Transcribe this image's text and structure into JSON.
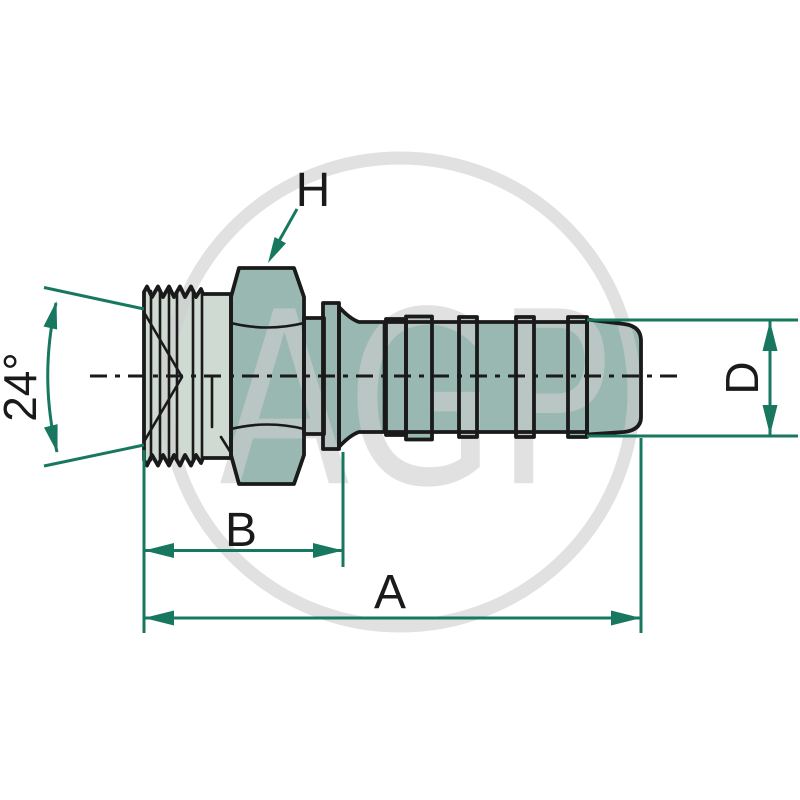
{
  "diagram": {
    "type": "technical-drawing",
    "subject": "Hydraulic hose fitting: male stud with 24-degree cone, hex flats and hose barb shank",
    "labels": {
      "cone_angle": "24°",
      "hex": "H",
      "dim_b": "B",
      "dim_a": "A",
      "dim_d": "D"
    },
    "watermark": {
      "text": "AGP"
    },
    "colors": {
      "dimension_green": "#17785f",
      "body_fill": "#9ab8b2",
      "thread_fill": "#cfdad3",
      "line_black": "#1a1a1a",
      "watermark_gray": "#cfcfcf"
    }
  }
}
